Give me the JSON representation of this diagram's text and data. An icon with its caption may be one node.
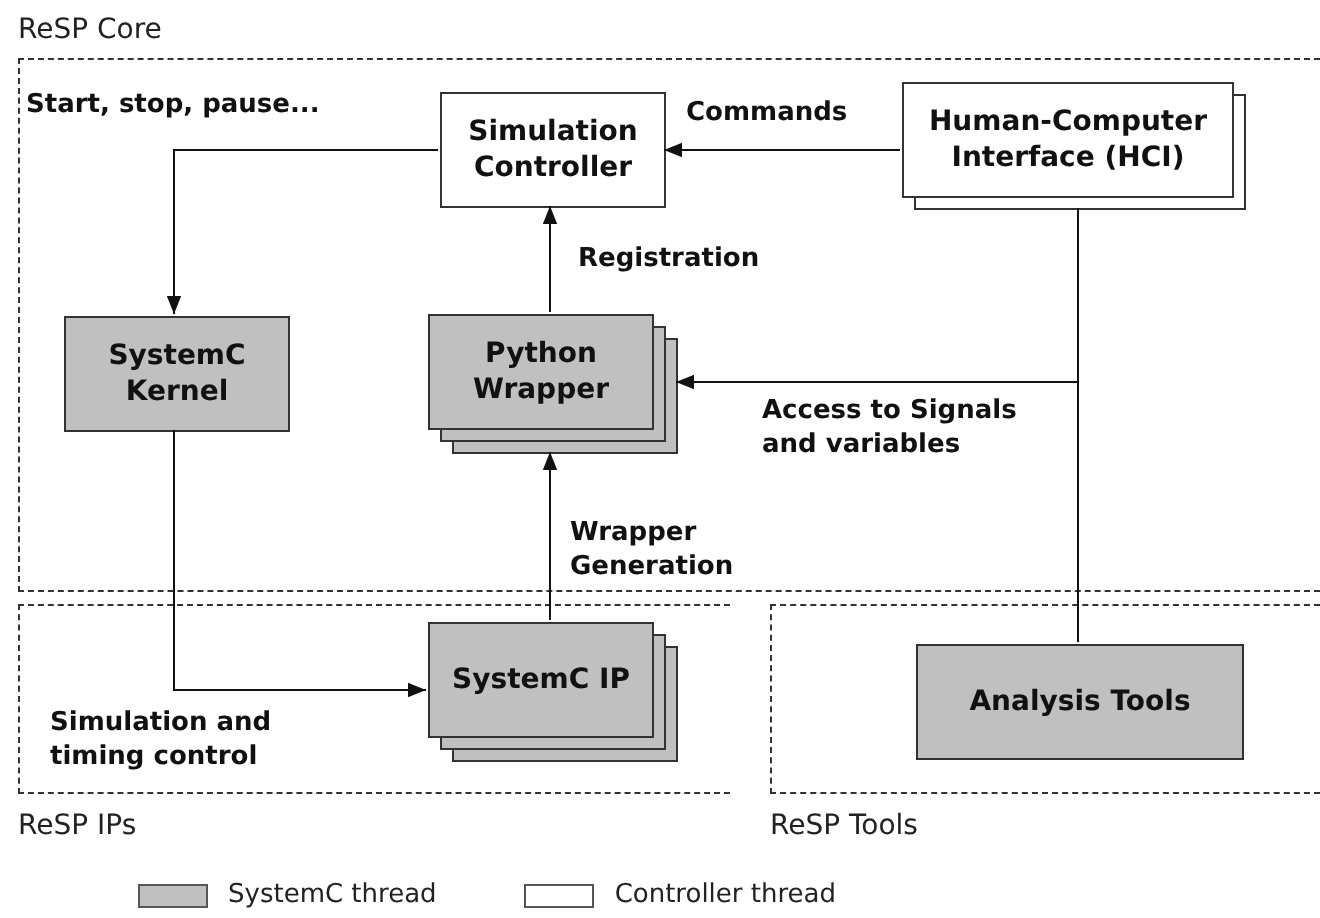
{
  "diagram": {
    "nodes": [
      {
        "text": [
          "ReSP Core"
        ]
      },
      {
        "text": [
          "Simulation Controller"
        ],
        "in": 0
      },
      {
        "text": [
          "Human-Computer Interface (HCI)"
        ],
        "in": 0
      },
      {
        "text": [
          "SystemC Kernel"
        ],
        "in": 0
      },
      {
        "text": [
          "Python Wrapper"
        ],
        "in": 0
      },
      {
        "text": [
          "ReSP IPs"
        ]
      },
      {
        "text": [
          "SystemC IP"
        ],
        "in": 5
      },
      {
        "text": [
          "ReSP Tools"
        ]
      },
      {
        "text": [
          "Analysis Tools"
        ],
        "in": 7
      }
    ],
    "edges": [
      {
        "from": 2,
        "to": 1,
        "arrow": "to",
        "label": "Commands"
      },
      {
        "from": 1,
        "to": 3,
        "arrow": "to"
      },
      {
        "from": 4,
        "to": 1,
        "arrow": "to",
        "label": "Registration"
      },
      {
        "from": 2,
        "to": 4,
        "arrow": "to",
        "label": "Access to Signals and variables"
      },
      {
        "from": 2,
        "to": 8,
        "arrow": "none"
      },
      {
        "from": 6,
        "to": 4,
        "arrow": "to",
        "label": "Wrapper Generation"
      },
      {
        "from": 3,
        "to": 6,
        "arrow": "to"
      }
    ],
    "labels": [
      "Start, stop, pause...",
      "Simulation and timing control"
    ],
    "legend": [
      {
        "text": "SystemC thread",
        "color": "#c0c0c0"
      },
      {
        "text": "Controller thread",
        "color": "#ffffff"
      }
    ]
  }
}
